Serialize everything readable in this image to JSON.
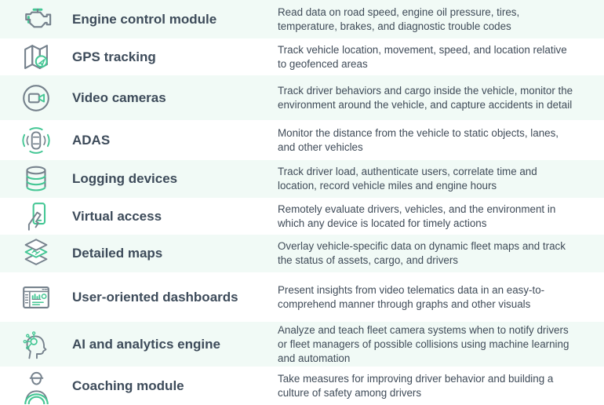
{
  "colors": {
    "row_alt_bg": "#f1faf6",
    "row_bg": "#ffffff",
    "title_color": "#3d4b5a",
    "description_color": "#3f4b58",
    "icon_gray": "#76828d",
    "accent_teal": "#45c795"
  },
  "rows": [
    {
      "icon": "engine-icon",
      "title": "Engine control module",
      "description": "Read data on road speed, engine oil pressure, tires, temperature, brakes, and diagnostic trouble codes"
    },
    {
      "icon": "gps-map-icon",
      "title": "GPS tracking",
      "description": "Track vehicle location, movement, speed, and location relative to geofenced areas"
    },
    {
      "icon": "video-camera-icon",
      "title": "Video cameras",
      "description": "Track driver behaviors and cargo inside the vehicle, monitor the environment around the vehicle, and capture accidents in detail"
    },
    {
      "icon": "adas-car-icon",
      "title": "ADAS",
      "description": "Monitor the distance from the vehicle to static objects, lanes, and other vehicles"
    },
    {
      "icon": "database-icon",
      "title": "Logging devices",
      "description": "Track driver load, authenticate users, correlate time and location, record vehicle miles and engine hours"
    },
    {
      "icon": "phone-hand-icon",
      "title": "Virtual access",
      "description": "Remotely evaluate drivers, vehicles, and the environment in which any device is located for timely actions"
    },
    {
      "icon": "map-layers-icon",
      "title": "Detailed maps",
      "description": "Overlay vehicle-specific data on dynamic fleet maps and track the status of assets, cargo, and drivers"
    },
    {
      "icon": "dashboard-icon",
      "title": "User-oriented dashboards",
      "description": "Present insights from video telematics data in an easy-to-comprehend manner through graphs and other visuals"
    },
    {
      "icon": "ai-head-icon",
      "title": "AI and analytics engine",
      "description": "Analyze and teach fleet camera systems when to notify drivers or fleet managers of possible collisions using machine learning and automation"
    },
    {
      "icon": "driver-coach-icon",
      "title": "Coaching module",
      "description": "Take measures for improving driver behavior and building a culture of safety among drivers"
    }
  ]
}
